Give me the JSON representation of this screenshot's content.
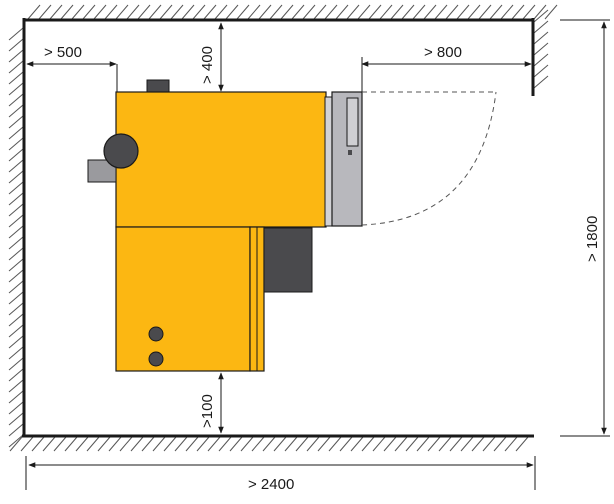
{
  "dimensions": {
    "left_clearance": "> 500",
    "top_clearance": "> 400",
    "door_swing": "> 800",
    "room_depth": "> 1800",
    "bottom_clearance": ">100",
    "room_width": "> 2400"
  },
  "colors": {
    "boiler_yellow": "#fcb712",
    "dark_gray": "#4a4a4d",
    "door_gray": "#b8b8bd",
    "wall_line": "#1a1a1a",
    "hatch": "#555555",
    "dim_line": "#1a1a1a"
  }
}
